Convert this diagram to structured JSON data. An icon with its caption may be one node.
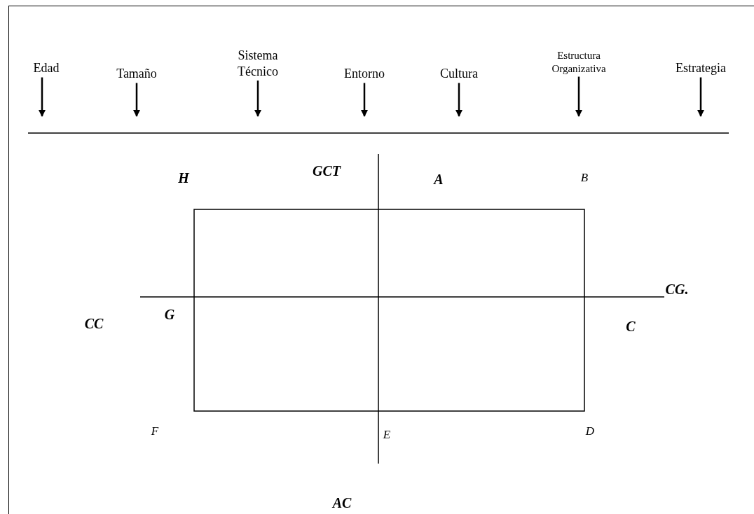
{
  "diagram": {
    "nodes": [
      {
        "text": [
          "Edad"
        ]
      },
      {
        "text": [
          "Tamaño"
        ]
      },
      {
        "text": [
          "Sistema Técnico"
        ]
      },
      {
        "text": [
          "Entorno"
        ]
      },
      {
        "text": [
          "Cultura"
        ]
      },
      {
        "text": [
          "Estructura Organizativa"
        ]
      },
      {
        "text": [
          "Estrategia"
        ]
      }
    ],
    "edges": [
      {
        "from": 0,
        "to": null,
        "arrow": "to"
      },
      {
        "from": 1,
        "to": null,
        "arrow": "to"
      },
      {
        "from": 2,
        "to": null,
        "arrow": "to"
      },
      {
        "from": 3,
        "to": null,
        "arrow": "to"
      },
      {
        "from": 4,
        "to": null,
        "arrow": "to"
      },
      {
        "from": 5,
        "to": null,
        "arrow": "to"
      },
      {
        "from": 6,
        "to": null,
        "arrow": "to"
      }
    ],
    "labels": [
      "H",
      "GCT",
      "A",
      "B",
      "CC",
      "G",
      "CG.",
      "C",
      "F",
      "E",
      "D",
      "AC"
    ]
  }
}
